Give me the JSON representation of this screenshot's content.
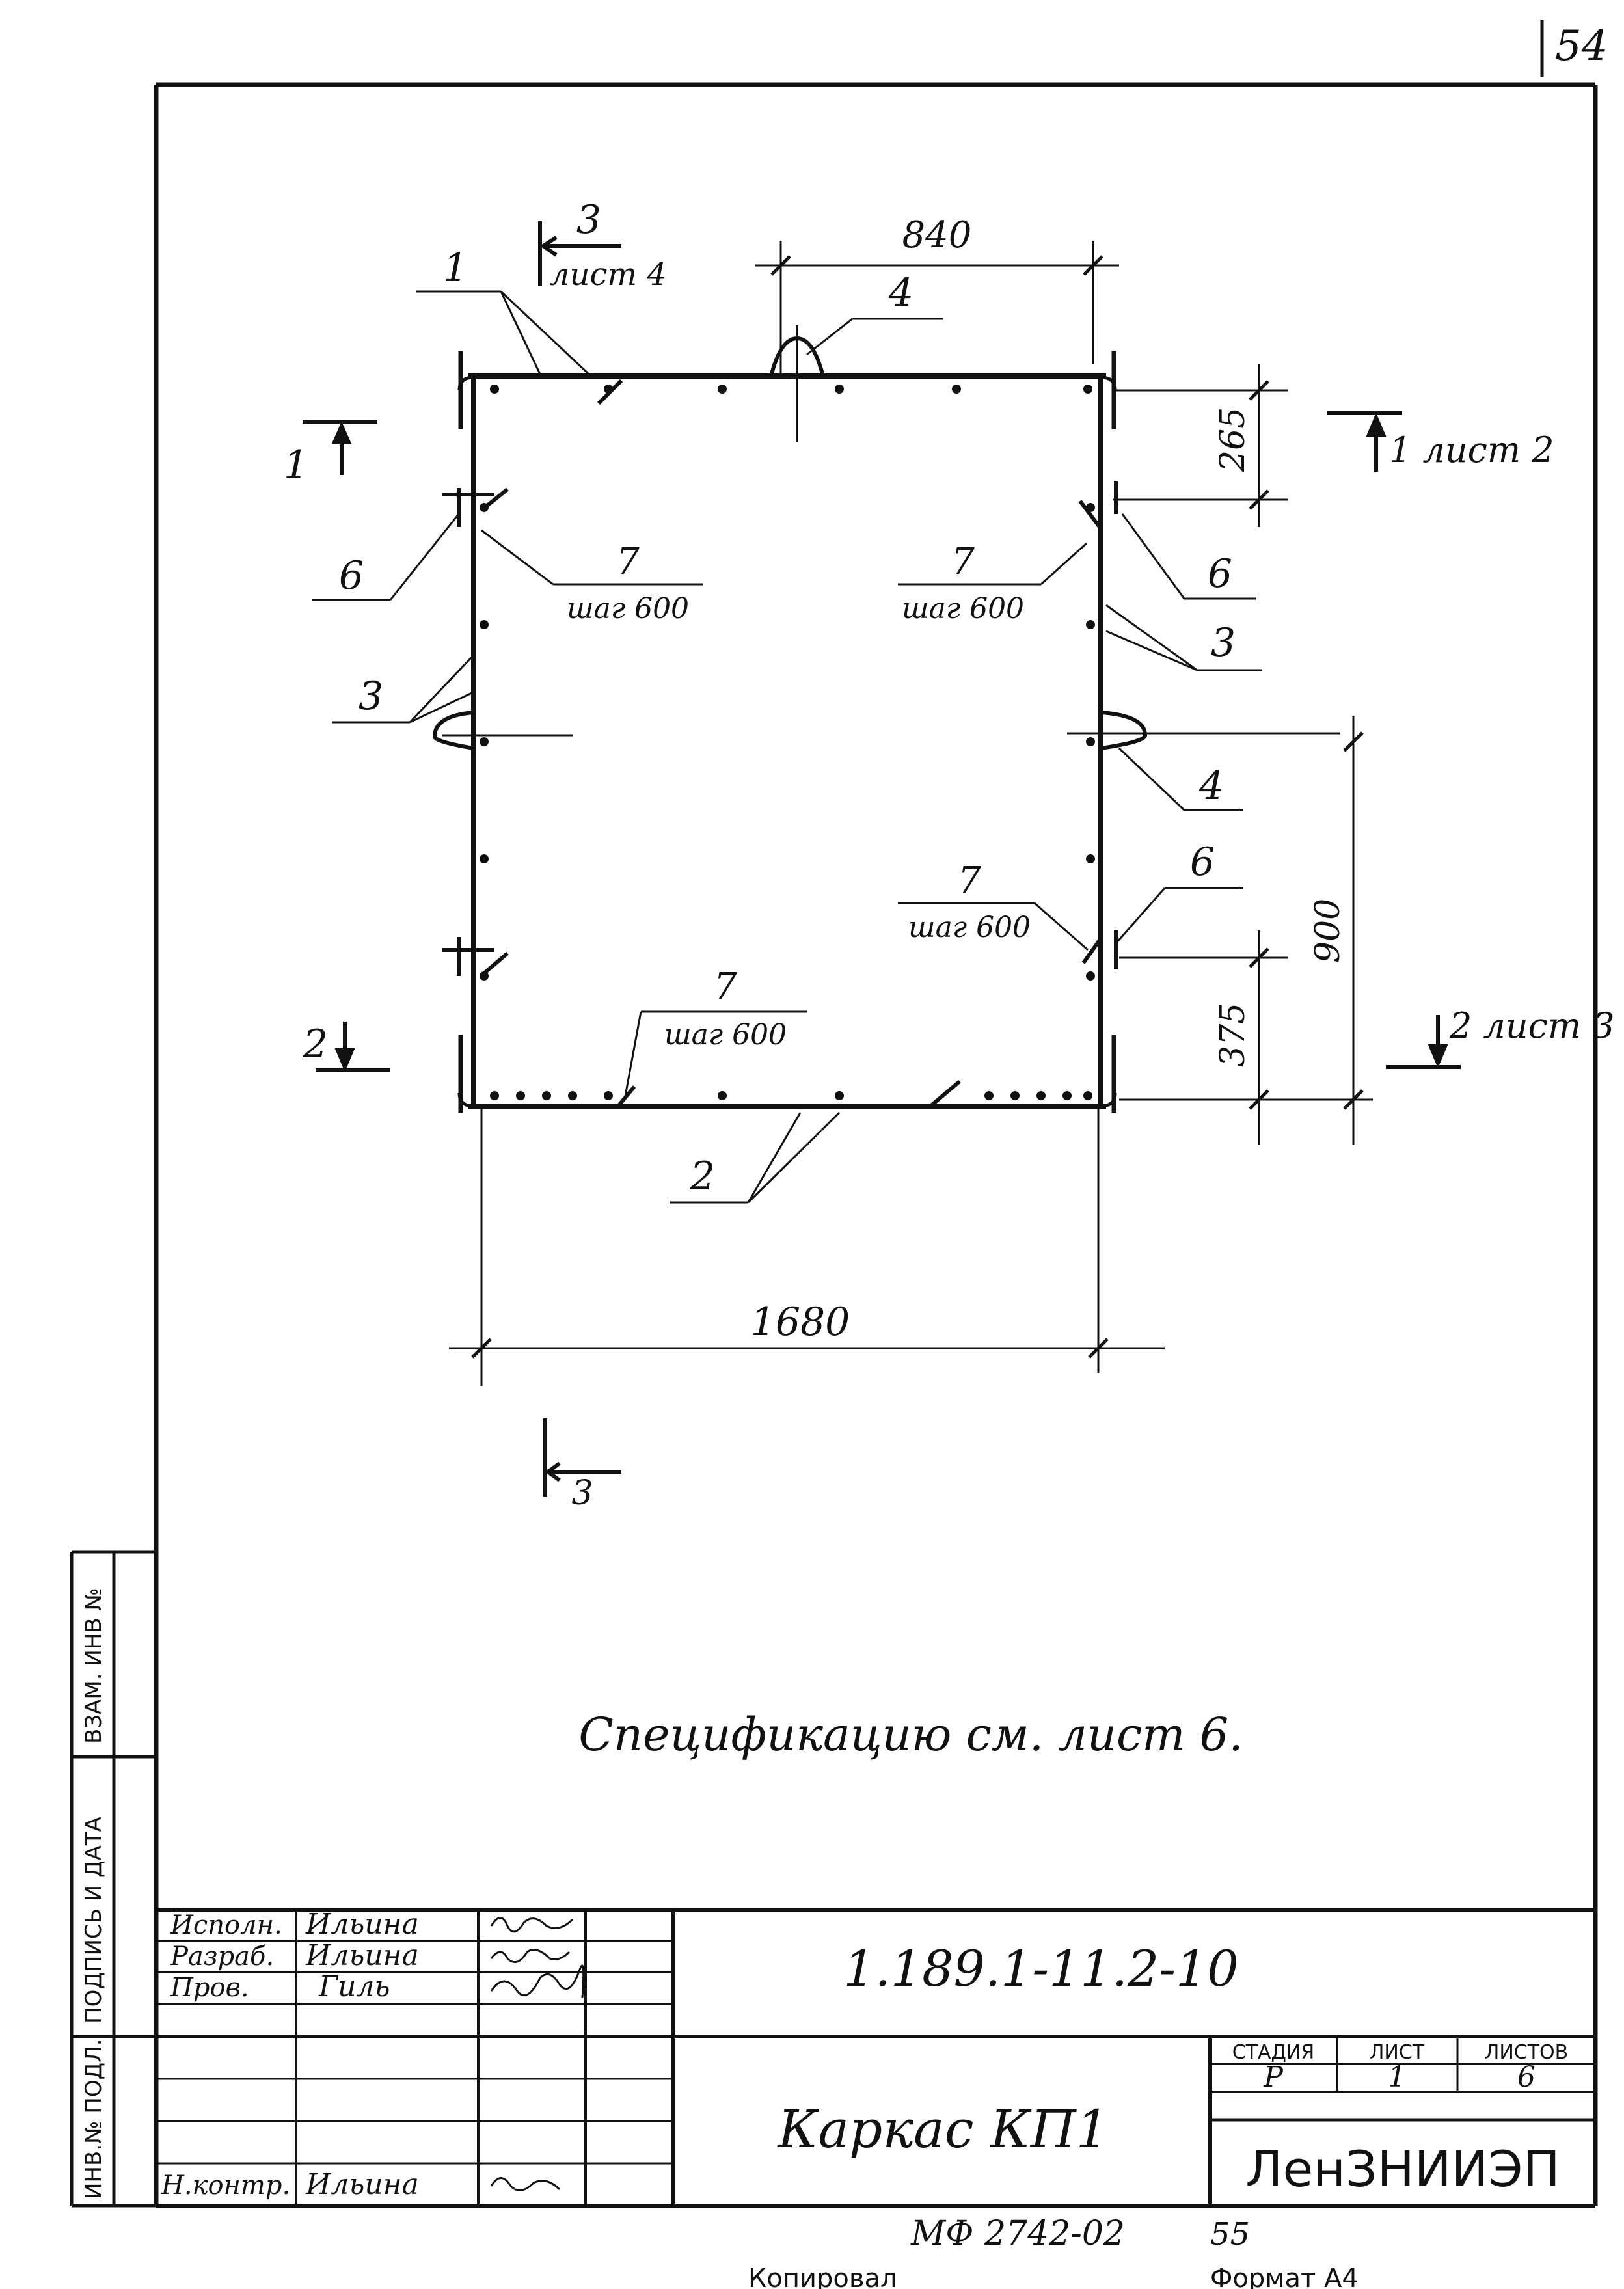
{
  "page_number": "54",
  "drawing": {
    "dims": {
      "top": "840",
      "bottom": "1680",
      "right_top": "265",
      "right_mid": "900",
      "right_bottom": "375"
    },
    "positions": {
      "p1": "1",
      "p2": "2",
      "p3_left": "3",
      "p3_right": "3",
      "p4_top": "4",
      "p4_right": "4",
      "p6_left": "6",
      "p6_right_top": "6",
      "p6_right_low": "6"
    },
    "step_number": "7",
    "step_text": "шаг 600",
    "sections": {
      "s3_top_num": "3",
      "s3_top_ref": "лист 4",
      "s3_bottom_num": "3",
      "s1_left": "1",
      "s1_right": "1 лист 2",
      "s2_left": "2",
      "s2_right": "2 лист 3"
    }
  },
  "spec_note": "Спецификацию см. лист 6.",
  "side_stamp": {
    "vzam": "ВЗАМ. ИНВ №",
    "podpis": "ПОДПИСЬ И ДАТА",
    "inv": "ИНВ.№ ПОДЛ."
  },
  "title_block": {
    "roles": [
      {
        "role": "Исполн.",
        "name": "Ильина"
      },
      {
        "role": "Разраб.",
        "name": "Ильина"
      },
      {
        "role": "Пров.",
        "name": "Гиль"
      }
    ],
    "nkontr_role": "Н.контр.",
    "nkontr_name": "Ильина",
    "doc_code": "1.189.1-11.2-10",
    "title": "Каркас КП1",
    "stage_header": "СТАДИЯ",
    "sheet_header": "ЛИСТ",
    "sheets_header": "ЛИСТОВ",
    "stage": "Р",
    "sheet": "1",
    "sheets": "6",
    "org": "ЛенЗНИИЭП"
  },
  "footer": {
    "archive_code": "МФ 2742-02",
    "archive_num": "55",
    "copied": "Копировал",
    "format": "Формат А4"
  }
}
